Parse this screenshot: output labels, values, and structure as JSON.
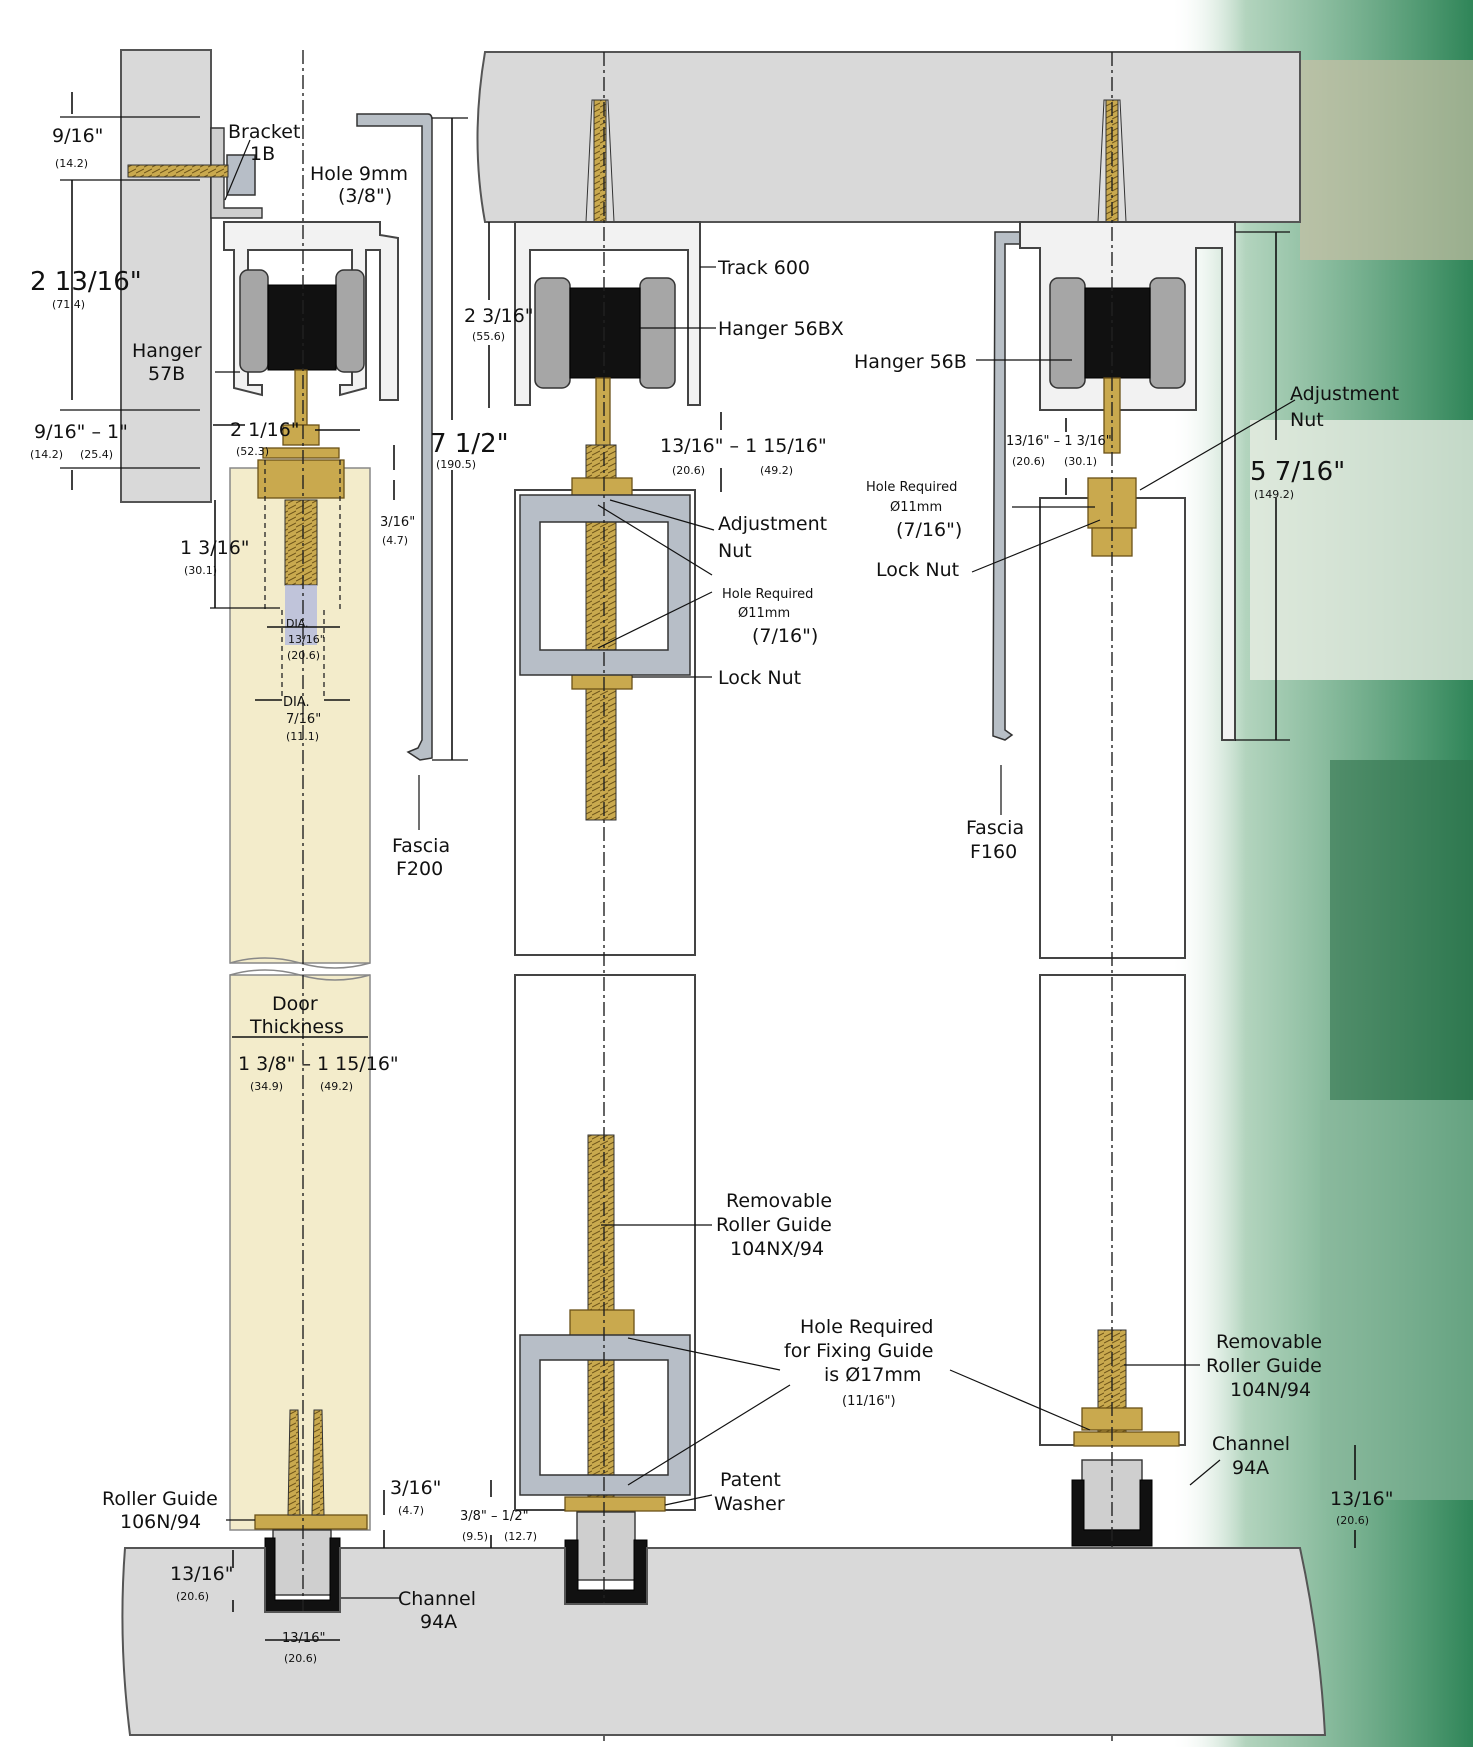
{
  "labels": {
    "bracket": "Bracket",
    "bracket_model": "1B",
    "hole9": "Hole 9mm",
    "hole9_imp": "(3/8\")",
    "hanger57": "Hanger",
    "hanger57_model": "57B",
    "fascia_f200": "Fascia",
    "fascia_f200_model": "F200",
    "door_thickness_1": "Door",
    "door_thickness_2": "Thickness",
    "roller_guide_106": "Roller Guide",
    "roller_guide_106_model": "106N/94",
    "channel_left": "Channel",
    "channel_left_model": "94A",
    "track600": "Track 600",
    "hanger56bx": "Hanger 56BX",
    "adj_nut_mid_1": "Adjustment",
    "adj_nut_mid_2": "Nut",
    "hole_req_mid_1": "Hole Required",
    "hole_req_mid_2": "Ø11mm",
    "hole_req_mid_3": "(7/16\")",
    "lock_nut_mid": "Lock Nut",
    "removable_mid_1": "Removable",
    "removable_mid_2": "Roller Guide",
    "removable_mid_3": "104NX/94",
    "hole_fix_1": "Hole Required",
    "hole_fix_2": "for Fixing Guide",
    "hole_fix_3": "is Ø17mm",
    "hole_fix_4": "(11/16\")",
    "patent_1": "Patent",
    "patent_2": "Washer",
    "hanger56b": "Hanger 56B",
    "adj_nut_right_1": "Adjustment",
    "adj_nut_right_2": "Nut",
    "hole_req_right_1": "Hole Required",
    "hole_req_right_2": "Ø11mm",
    "hole_req_right_3": "(7/16\")",
    "lock_nut_right": "Lock Nut",
    "fascia_f160": "Fascia",
    "fascia_f160_model": "F160",
    "removable_right_1": "Removable",
    "removable_right_2": "Roller Guide",
    "removable_right_3": "104N/94",
    "channel_right": "Channel",
    "channel_right_model": "94A"
  },
  "dims": {
    "d1": "9/16\"",
    "d1m": "(14.2)",
    "d2": "2 13/16\"",
    "d2m": "(71.4)",
    "d3": "9/16\" – 1\"",
    "d3m1": "(14.2)",
    "d3m2": "(25.4)",
    "d4": "2 1/16\"",
    "d4m": "(52.3)",
    "d5": "7 1/2\"",
    "d5m": "(190.5)",
    "d6": "3/16\"",
    "d6m": "(4.7)",
    "d7": "1 3/16\"",
    "d7m": "(30.1)",
    "dia1_a": "DIA.",
    "dia1_b": "13/16\"",
    "dia1_c": "(20.6)",
    "dia2_a": "DIA.",
    "dia2_b": "7/16\"",
    "dia2_c": "(11.1)",
    "d8": "1 3/8\" – 1 15/16\"",
    "d8m1": "(34.9)",
    "d8m2": "(49.2)",
    "d9": "3/16\"",
    "d9m": "(4.7)",
    "d10": "13/16\"",
    "d10m": "(20.6)",
    "d11": "13/16\"",
    "d11m": "(20.6)",
    "d12": "2 3/16\"",
    "d12m": "(55.6)",
    "d13": "13/16\" – 1 15/16\"",
    "d13m1": "(20.6)",
    "d13m2": "(49.2)",
    "d14": "3/8\" – 1/2\"",
    "d14m1": "(9.5)",
    "d14m2": "(12.7)",
    "d15": "13/16\" – 1 3/16\"",
    "d15m1": "(20.6)",
    "d15m2": "(30.1)",
    "d16": "5 7/16\"",
    "d16m": "(149.2)",
    "d17": "13/16\"",
    "d17m": "(20.6)"
  },
  "colors": {
    "concrete": "#d9d9d9",
    "door_wood": "#f3eccb",
    "brass": "#c9a94e",
    "steel_square": "#b7bec7",
    "background_photo": "#3f8f62"
  }
}
